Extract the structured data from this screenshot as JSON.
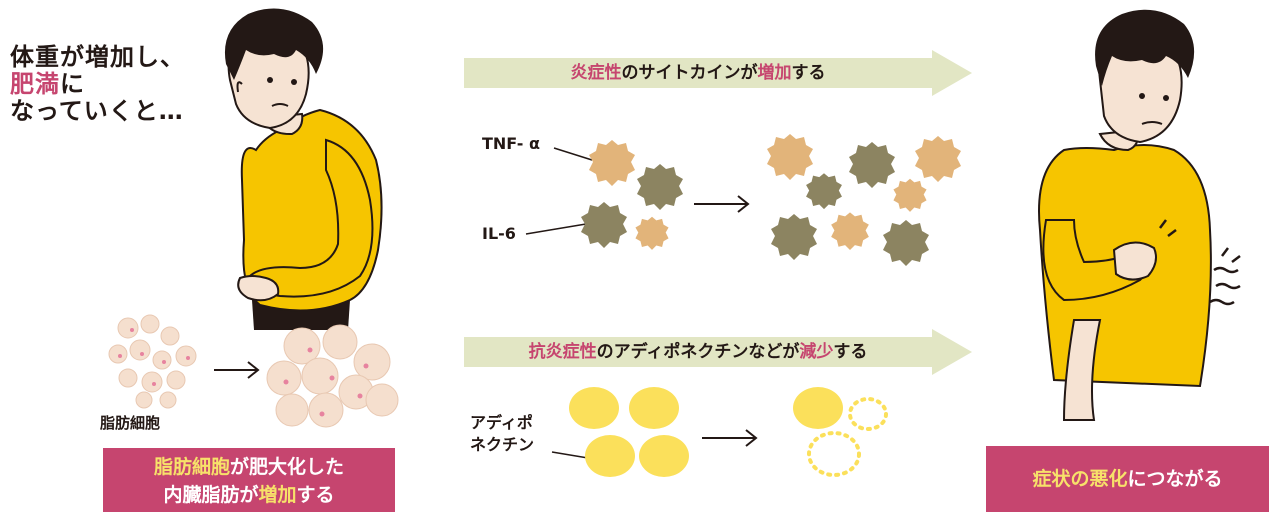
{
  "intro": {
    "line1": "体重が増加し、",
    "line2_highlight": "肥満",
    "line2_rest": "に",
    "line3": "なっていくと…"
  },
  "banner_top": {
    "part1_highlight": "炎症性",
    "part2": "のサイトカインが",
    "part3_highlight": "増加",
    "part4": "する"
  },
  "banner_bottom": {
    "part1_highlight": "抗炎症性",
    "part2": "のアディポネクチンなどが",
    "part3_highlight": "減少",
    "part4": "する"
  },
  "labels": {
    "tnf": "TNF- α",
    "il6": "IL-6",
    "fat_cells": "脂肪細胞",
    "adipo_line1": "アディポ",
    "adipo_line2": "ネクチン"
  },
  "box_left": {
    "l1_highlight": "脂肪細胞",
    "l1_rest": "が肥大化した",
    "l2_start": "内臓脂肪が",
    "l2_highlight": "増加",
    "l2_end": "する"
  },
  "box_right": {
    "part1_highlight": "症状の悪化",
    "part2": "につながる"
  },
  "colors": {
    "pink": "#c6456f",
    "highlight_yellow": "#f7e16a",
    "banner": "#e2e6c4",
    "shirt": "#f6c500",
    "tan_cell": "#e2b47a",
    "olive_cell": "#8c8461",
    "adiponectin": "#fbe05b",
    "fat_cell": "#f5dfce"
  }
}
